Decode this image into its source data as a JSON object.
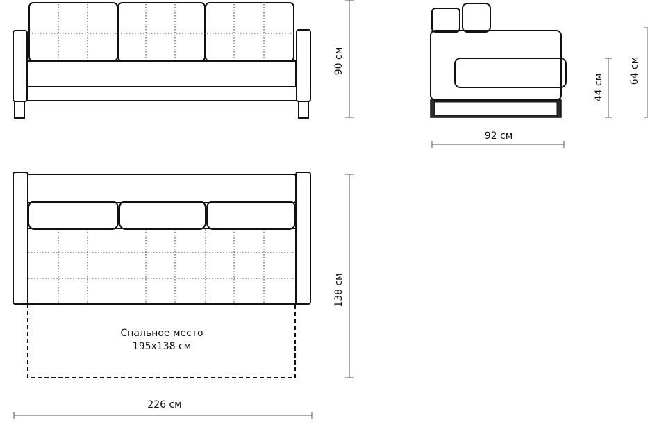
{
  "front_view": {
    "height_label": "90 см"
  },
  "side_view": {
    "depth_label": "92 см",
    "seat_height_label": "44 см",
    "arm_height_label": "64 см"
  },
  "top_view": {
    "depth_label": "138 см",
    "width_label": "226 см",
    "sleeping_area": {
      "title": "Спальное место",
      "size": "195x138 см"
    }
  }
}
